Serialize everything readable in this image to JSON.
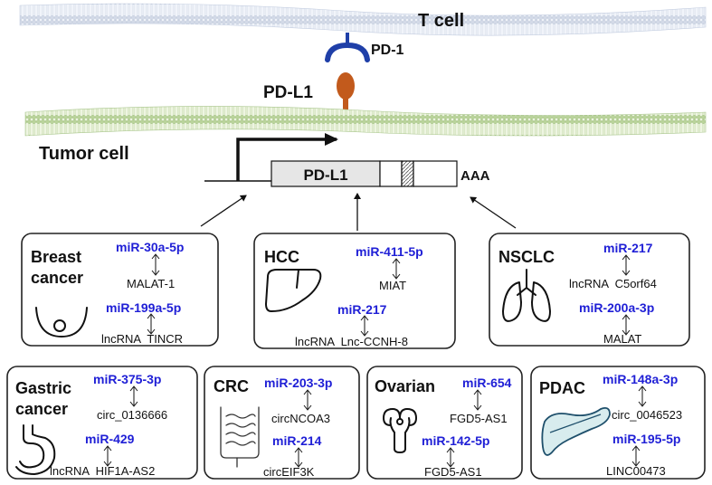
{
  "membranes": {
    "t_cell_label": "T cell",
    "tumor_cell_label": "Tumor cell",
    "pd1_label": "PD-1",
    "pdl1_label": "PD-L1"
  },
  "gene": {
    "label": "PD-L1",
    "polya": "AAA"
  },
  "colors": {
    "mirna": "#1f1fd6",
    "pd1": "#1f3fa8",
    "pdl1": "#c25a1c",
    "membrane": "#c8dba8"
  },
  "panels": {
    "breast": {
      "title_line1": "Breast",
      "title_line2": "cancer",
      "icon": "breast-icon",
      "pairs": [
        {
          "mirna": "miR-30a-5p",
          "target": "MALAT-1"
        },
        {
          "mirna": "miR-199a-5p",
          "target": "lncRNA  TINCR"
        }
      ]
    },
    "hcc": {
      "title_line1": "HCC",
      "icon": "liver-icon",
      "pairs": [
        {
          "mirna": "miR-411-5p",
          "target": "MIAT"
        },
        {
          "mirna": "miR-217",
          "target": "lncRNA  Lnc-CCNH-8"
        }
      ]
    },
    "nsclc": {
      "title_line1": "NSCLC",
      "icon": "lung-icon",
      "pairs": [
        {
          "mirna": "miR-217",
          "target": "lncRNA  C5orf64"
        },
        {
          "mirna": "miR-200a-3p",
          "target": "MALAT"
        }
      ]
    },
    "gastric": {
      "title_line1": "Gastric",
      "title_line2": "cancer",
      "icon": "stomach-icon",
      "pairs": [
        {
          "mirna": "miR-375-3p",
          "target": "circ_0136666"
        },
        {
          "mirna": "miR-429",
          "target": "lncRNA  HIF1A-AS2"
        }
      ]
    },
    "crc": {
      "title_line1": "CRC",
      "icon": "intestine-icon",
      "pairs": [
        {
          "mirna": "miR-203-3p",
          "target": "circNCOA3"
        },
        {
          "mirna": "miR-214",
          "target": "circEIF3K"
        }
      ]
    },
    "ovarian": {
      "title_line1": "Ovarian",
      "icon": "ovary-icon",
      "pairs": [
        {
          "mirna": "miR-654",
          "target": "FGD5-AS1"
        },
        {
          "mirna": "miR-142-5p",
          "target": "FGD5-AS1"
        }
      ]
    },
    "pdac": {
      "title_line1": "PDAC",
      "icon": "pancreas-icon",
      "pairs": [
        {
          "mirna": "miR-148a-3p",
          "target": "circ_0046523"
        },
        {
          "mirna": "miR-195-5p",
          "target": "LINC00473"
        }
      ]
    }
  }
}
